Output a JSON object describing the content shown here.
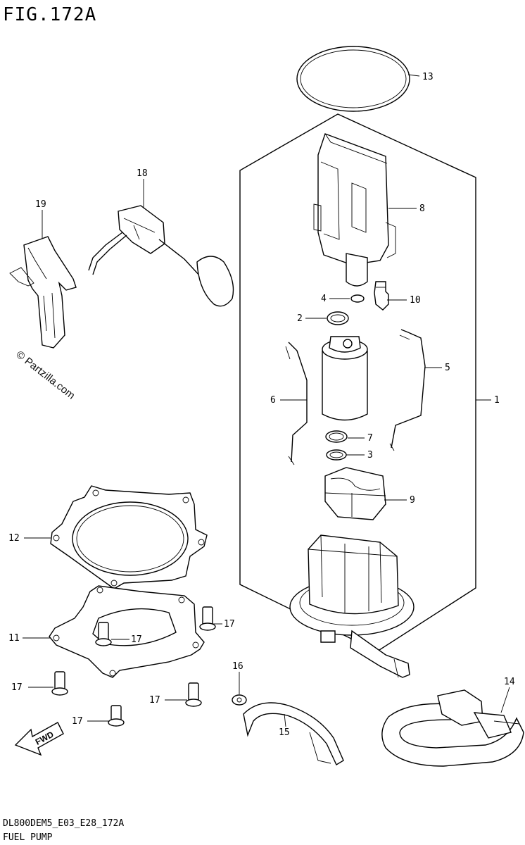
{
  "title": "FIG.172A",
  "footer": {
    "code": "DL800DEM5_E03_E28_172A",
    "name": "FUEL PUMP"
  },
  "watermark": "© Partzilla.com",
  "fwd_label": "FWD",
  "callouts": [
    {
      "id": "c13",
      "label": "13"
    },
    {
      "id": "c8",
      "label": "8"
    },
    {
      "id": "c18",
      "label": "18"
    },
    {
      "id": "c19",
      "label": "19"
    },
    {
      "id": "c4",
      "label": "4"
    },
    {
      "id": "c10",
      "label": "10"
    },
    {
      "id": "c2",
      "label": "2"
    },
    {
      "id": "c5",
      "label": "5"
    },
    {
      "id": "c1",
      "label": "1"
    },
    {
      "id": "c6",
      "label": "6"
    },
    {
      "id": "c7",
      "label": "7"
    },
    {
      "id": "c3",
      "label": "3"
    },
    {
      "id": "c9",
      "label": "9"
    },
    {
      "id": "c12",
      "label": "12"
    },
    {
      "id": "c11",
      "label": "11"
    },
    {
      "id": "c17a",
      "label": "17"
    },
    {
      "id": "c17b",
      "label": "17"
    },
    {
      "id": "c17c",
      "label": "17"
    },
    {
      "id": "c17d",
      "label": "17"
    },
    {
      "id": "c17e",
      "label": "17"
    },
    {
      "id": "c16",
      "label": "16"
    },
    {
      "id": "c15",
      "label": "15"
    },
    {
      "id": "c14",
      "label": "14"
    }
  ]
}
